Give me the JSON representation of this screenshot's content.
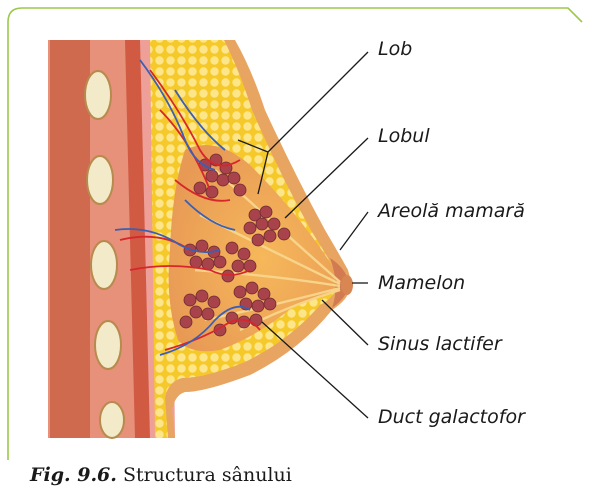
{
  "labels": {
    "lob": "Lob",
    "lobul": "Lobul",
    "areola": "Areolă mamară",
    "mamelon": "Mamelon",
    "sinus": "Sinus lactifer",
    "duct": "Duct galactofor"
  },
  "caption": {
    "figure": "Fig. 9.6.",
    "text": " Structura sânului"
  },
  "colors": {
    "frame": "#9bc94a",
    "skin": "#e8a561",
    "fat": "#f6cb2f",
    "muscle": "#c9533e",
    "lobules": "#a8434b",
    "artery": "#d8262d",
    "vein": "#3a5fb4"
  }
}
